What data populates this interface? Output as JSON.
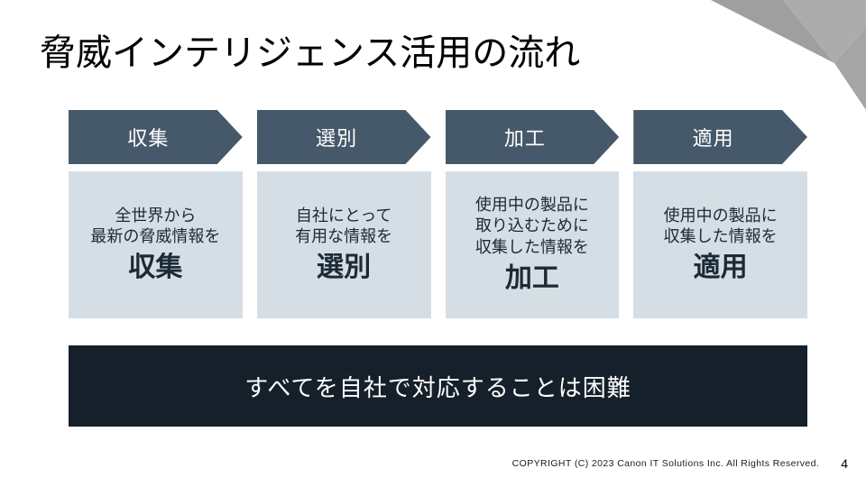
{
  "slide": {
    "title": "脅威インテリジェンス活用の流れ",
    "banner": "すべてを自社で対応することは困難",
    "copyright": "COPYRIGHT (C) 2023 Canon IT Solutions Inc. All Rights Reserved.",
    "page_number": "4"
  },
  "colors": {
    "arrow_bg": "#46596a",
    "box_bg": "#d5dee4",
    "box_text": "#1b2a36",
    "banner_bg": "#15202a",
    "corner_gray_dark": "#9f9f9f",
    "corner_gray_light": "#acacac",
    "corner_gray_mid": "#a5a5a5"
  },
  "steps": [
    {
      "label": "収集",
      "lines": [
        "全世界から",
        "最新の脅威情報を"
      ],
      "keyword": "収集"
    },
    {
      "label": "選別",
      "lines": [
        "自社にとって",
        "有用な情報を"
      ],
      "keyword": "選別"
    },
    {
      "label": "加工",
      "lines": [
        "使用中の製品に",
        "取り込むために",
        "収集した情報を"
      ],
      "keyword": "加工"
    },
    {
      "label": "適用",
      "lines": [
        "使用中の製品に",
        "収集した情報を"
      ],
      "keyword": "適用"
    }
  ]
}
